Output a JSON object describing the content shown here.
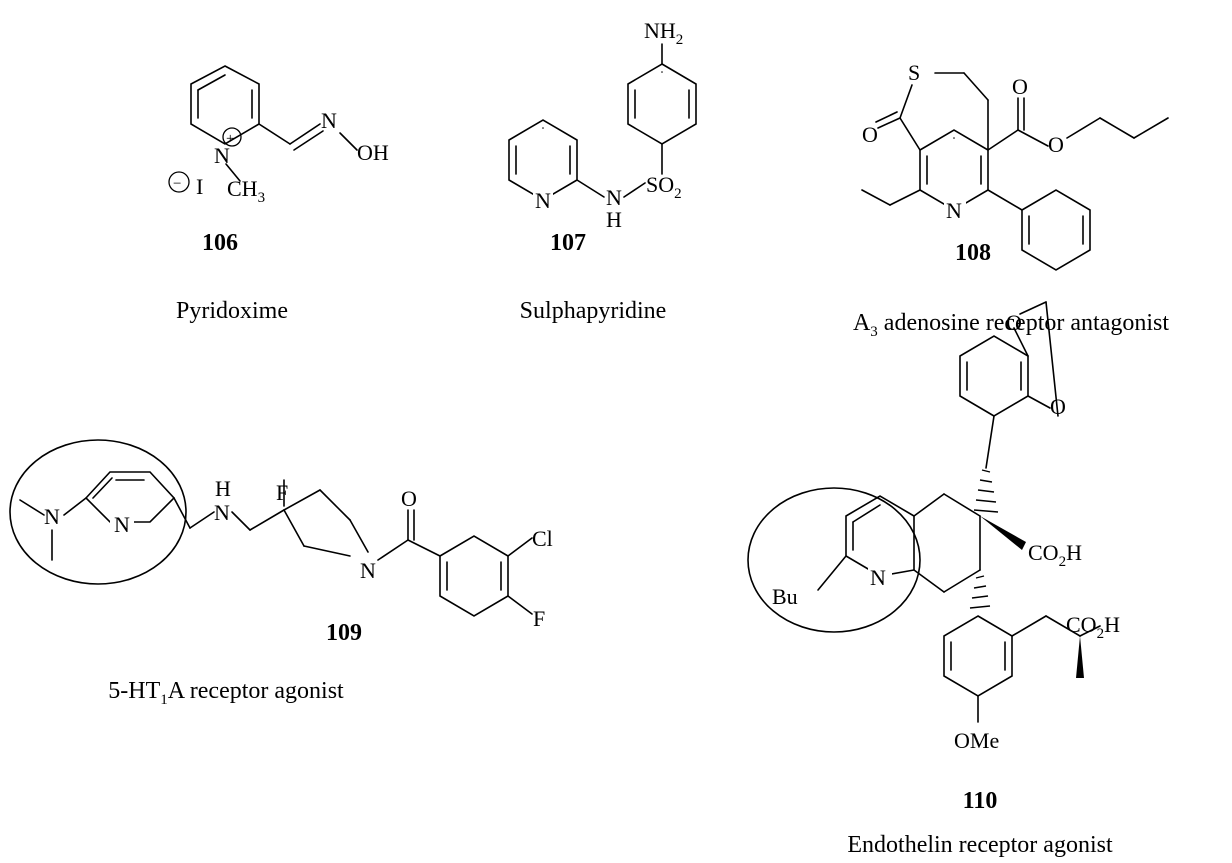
{
  "compounds": [
    {
      "id": "106",
      "caption": "Pyridoxime",
      "atoms": {
        "n_pos": "N",
        "plus": "+",
        "minus": "−",
        "iodide": "I",
        "methyl": "CH",
        "methyl_sub": "3",
        "oxime_n": "N",
        "oh": "OH"
      }
    },
    {
      "id": "107",
      "caption": "Sulphapyridine",
      "atoms": {
        "nh2": "NH",
        "nh2_sub": "2",
        "ring_n": "N",
        "nh_n": "N",
        "nh_h": "H",
        "so2": "SO",
        "so2_sub": "2"
      }
    },
    {
      "id": "108",
      "caption_main": "A",
      "caption_sub": "3",
      "caption_rest": " adenosine receptor antagonist",
      "atoms": {
        "s": "S",
        "o_thio": "O",
        "o_keto": "O",
        "o_ester": "O",
        "ring_n": "N"
      }
    },
    {
      "id": "109",
      "caption_main": "5-HT",
      "caption_sub": "1",
      "caption_rest": "A receptor agonist",
      "atoms": {
        "nme2": "N",
        "ring_n": "N",
        "nh_h": "H",
        "nh_n": "N",
        "f": "F",
        "pip_n": "N",
        "o": "O",
        "cl": "Cl",
        "f2": "F"
      }
    },
    {
      "id": "110",
      "caption": "Endothelin receptor agonist",
      "atoms": {
        "o1": "O",
        "o2": "O",
        "co2h1": "CO",
        "co2h1_sub": "2",
        "co2h1_h": "H",
        "bu": "Bu",
        "ring_n": "N",
        "co2h2": "CO",
        "co2h2_sub": "2",
        "co2h2_h": "H",
        "ome": "OMe"
      }
    }
  ]
}
